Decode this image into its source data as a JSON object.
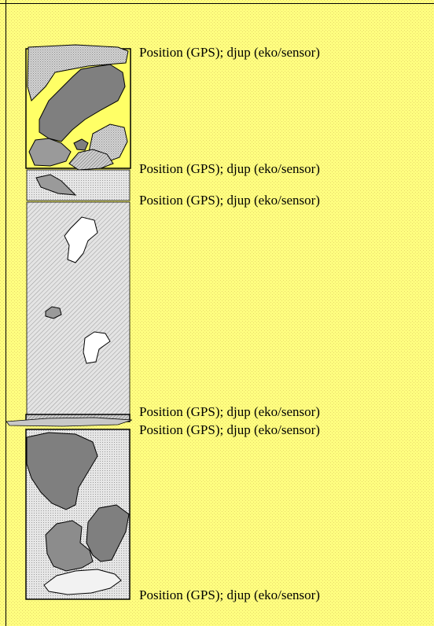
{
  "colors": {
    "page_background": "#ffff80",
    "outline": "#000000",
    "dark_patch": "#808080",
    "light_fill": "#d8d8d8"
  },
  "labels": [
    "Position (GPS); djup (eko/sensor)",
    "Position (GPS); djup (eko/sensor)",
    "Position (GPS); djup (eko/sensor)",
    "Position (GPS); djup (eko/sensor)",
    "Position (GPS); djup (eko/sensor)",
    "Position (GPS); djup (eko/sensor)"
  ]
}
